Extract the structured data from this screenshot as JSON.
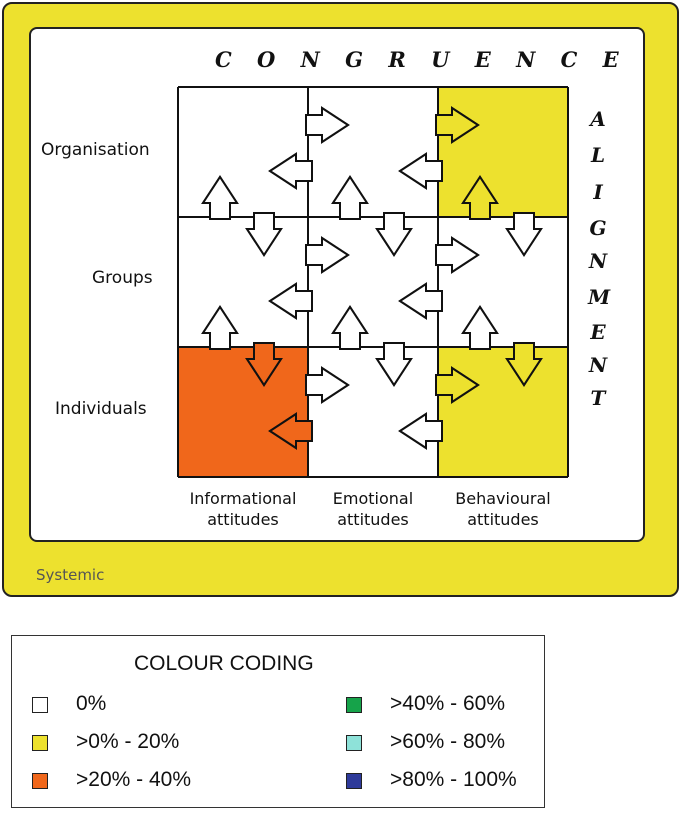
{
  "colors": {
    "frame": "#ede12e",
    "white": "#ffffff",
    "yellow": "#ede12e",
    "orange": "#f0671b",
    "green": "#16a34a",
    "cyan": "#8ee2d9",
    "blue": "#2e3a9a",
    "line": "#111111"
  },
  "diagram": {
    "top_label": "C O N G R U E N C E",
    "side_letters": [
      "A",
      "L",
      "I",
      "G",
      "N",
      "M",
      "E",
      "N",
      "T"
    ],
    "rows": [
      "Organisation",
      "Groups",
      "Individuals"
    ],
    "columns": [
      {
        "line1": "Informational",
        "line2": "attitudes"
      },
      {
        "line1": "Emotional",
        "line2": "attitudes"
      },
      {
        "line1": "Behavioural",
        "line2": "attitudes"
      }
    ],
    "outer_label": "Systemic",
    "cell_colors": [
      [
        "white",
        "white",
        "yellow"
      ],
      [
        "white",
        "white",
        "white"
      ],
      [
        "orange",
        "white",
        "yellow"
      ]
    ]
  },
  "legend": {
    "title": "COLOUR CODING",
    "items": [
      {
        "label": "0%",
        "color": "#ffffff"
      },
      {
        "label": ">0% - 20%",
        "color": "#ede12e"
      },
      {
        "label": ">20% - 40%",
        "color": "#f0671b"
      },
      {
        "label": ">40% - 60%",
        "color": "#16a34a"
      },
      {
        "label": ">60% - 80%",
        "color": "#8ee2d9"
      },
      {
        "label": ">80% - 100%",
        "color": "#2e3a9a"
      }
    ]
  }
}
